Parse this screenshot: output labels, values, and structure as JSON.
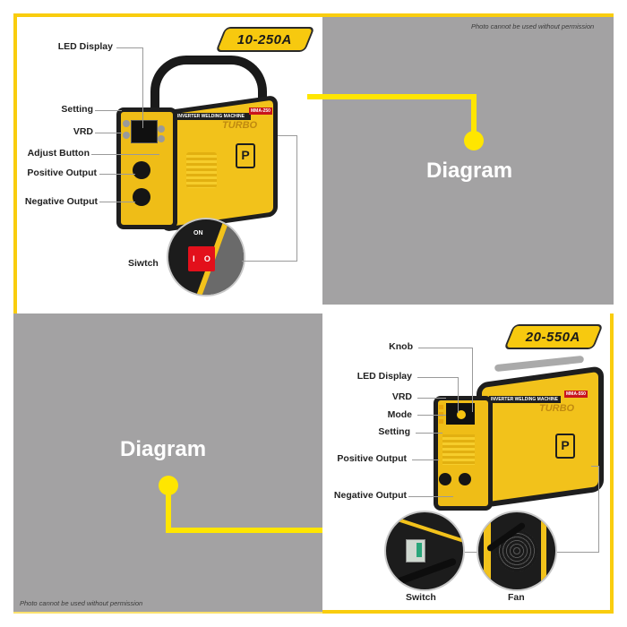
{
  "colors": {
    "frame_yellow": "#f9cd0e",
    "connector_yellow": "#ffe600",
    "panel_gray": "#a3a2a3",
    "machine_yellow": "#f2c21b",
    "machine_black": "#1e1e1e",
    "switch_red": "#e3101b"
  },
  "top_left_panel": {
    "badge": "10-250A",
    "labels": [
      {
        "text": "LED Display"
      },
      {
        "text": "Setting"
      },
      {
        "text": "VRD"
      },
      {
        "text": "Adjust Button"
      },
      {
        "text": "Positive Output"
      },
      {
        "text": "Negative Output"
      },
      {
        "text": "Siwtch"
      }
    ],
    "machine": {
      "model_tag": "MMA-250",
      "brand_text": "INVERTER WELDING MACHINE",
      "series": "TURBO"
    },
    "switch_detail": {
      "on_label": "ON",
      "rocker_marks": [
        "I",
        "O"
      ]
    }
  },
  "top_right_panel": {
    "notice": "Photo cannot be used without permission",
    "title": "Diagram"
  },
  "bottom_left_panel": {
    "title": "Diagram",
    "notice": "Photo cannot be used without permission"
  },
  "bottom_right_panel": {
    "badge": "20-550A",
    "labels": [
      {
        "text": "Knob"
      },
      {
        "text": "LED Display"
      },
      {
        "text": "VRD"
      },
      {
        "text": "Mode"
      },
      {
        "text": "Setting"
      },
      {
        "text": "Positive Output"
      },
      {
        "text": "Negative Output"
      },
      {
        "text": "Switch"
      },
      {
        "text": "Fan"
      }
    ],
    "machine": {
      "model_tag": "MMA-550",
      "brand_text": "INVERTER WELDING MACHINE",
      "series": "TURBO"
    }
  }
}
